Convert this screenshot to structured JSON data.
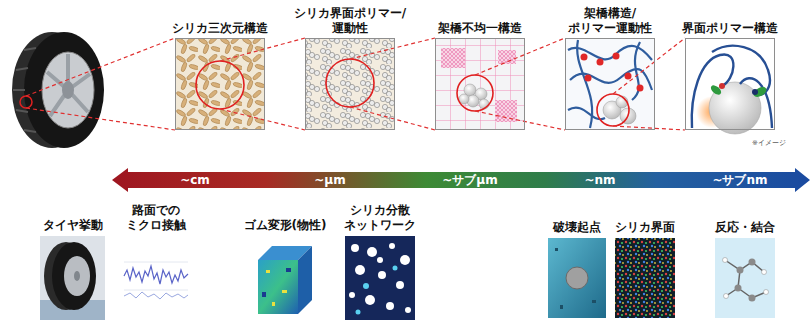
{
  "diagram": {
    "nodes": [
      {
        "text": [
          "シリカ三次元構造"
        ]
      },
      {
        "text": [
          "シリカ界面ポリマー/ 運動性"
        ]
      },
      {
        "text": [
          "架橋不均一構造"
        ]
      },
      {
        "text": [
          "架橋構造/ ポリマー運動性"
        ]
      },
      {
        "text": [
          "界面ポリマー構造"
        ]
      },
      {
        "text": [
          "タイヤ挙動"
        ]
      },
      {
        "text": [
          "路面での ミクロ接触"
        ]
      },
      {
        "text": [
          "ゴム変形(物性)"
        ]
      },
      {
        "text": [
          "シリカ分散 ネットワーク"
        ]
      },
      {
        "text": [
          "破壊起点"
        ]
      },
      {
        "text": [
          "シリカ界面"
        ]
      },
      {
        "text": [
          "反応・結合"
        ]
      }
    ],
    "edges": [
      {
        "from": 0,
        "to": 1,
        "arrow": "none"
      },
      {
        "from": 0,
        "to": 1,
        "arrow": "none"
      },
      {
        "from": 1,
        "to": 2,
        "arrow": "none"
      },
      {
        "from": 1,
        "to": 2,
        "arrow": "none"
      },
      {
        "from": 2,
        "to": 3,
        "arrow": "none"
      },
      {
        "from": 2,
        "to": 3,
        "arrow": "none"
      },
      {
        "from": 3,
        "to": 4,
        "arrow": "none"
      },
      {
        "from": 3,
        "to": 4,
        "arrow": "none"
      }
    ],
    "labels": [
      "※イメージ",
      "~cm",
      "~μm",
      "~サブμm",
      "~nm",
      "~サブnm"
    ]
  }
}
